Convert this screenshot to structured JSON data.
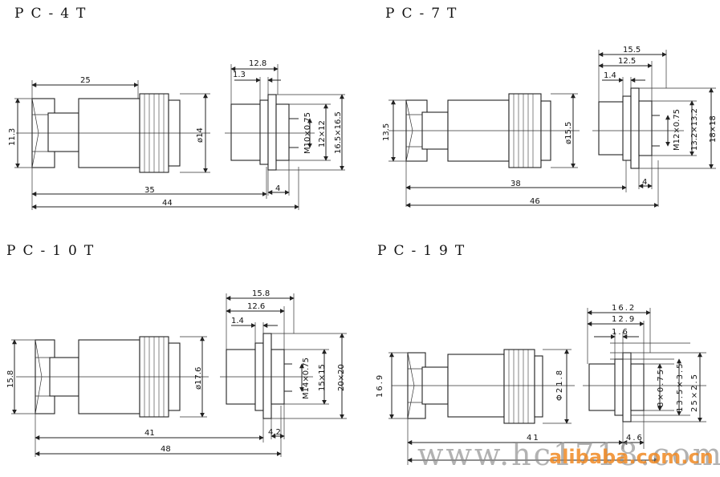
{
  "titles": [
    "PC-4T",
    "PC-7T",
    "PC-10T",
    "PC-19T"
  ],
  "pc4t": {
    "title": "PC-4T",
    "hex_height": "11.3",
    "top_len": "25",
    "diameter": "ø14",
    "len_35": "35",
    "len_44": "44",
    "rear_128": "12.8",
    "rear_13": "1.3",
    "thread": "M10×0.75",
    "sq_12": "12×12",
    "sq_165": "16.5×16.5",
    "rear_4": "4"
  },
  "pc7t": {
    "title": "PC-7T",
    "hex_height": "13.5",
    "diameter": "ø15.5",
    "len_38": "38",
    "len_46": "46",
    "rear_155": "15.5",
    "rear_125": "12.5",
    "rear_14": "1.4",
    "thread": "M12×0.75",
    "sq_132": "13.2×13.2",
    "sq_18": "18×18",
    "rear_4": "4"
  },
  "pc10t": {
    "title": "PC-10T",
    "hex_height": "15.8",
    "diameter": "ø17.6",
    "len_41": "41",
    "len_48": "48",
    "rear_158": "15.8",
    "rear_126": "12.6",
    "rear_14": "1.4",
    "thread": "M14×0.75",
    "sq_15": "15×15",
    "sq_20": "20×20",
    "rear_42": "4.2"
  },
  "pc19t": {
    "title": "PC-19T",
    "hex_height": "16.9",
    "diameter": "Φ21.8",
    "rear_162": "16.2",
    "rear_129": "12.9",
    "rear_16": "1.6",
    "thread": "8×0.75",
    "sq_135": "13.5×3.5",
    "sq_25": "25×2.5",
    "len_41": "41",
    "rear_46": "4.6"
  },
  "watermark": {
    "text": "www.hc1718.com",
    "brand": "alibaba.com.cn"
  }
}
